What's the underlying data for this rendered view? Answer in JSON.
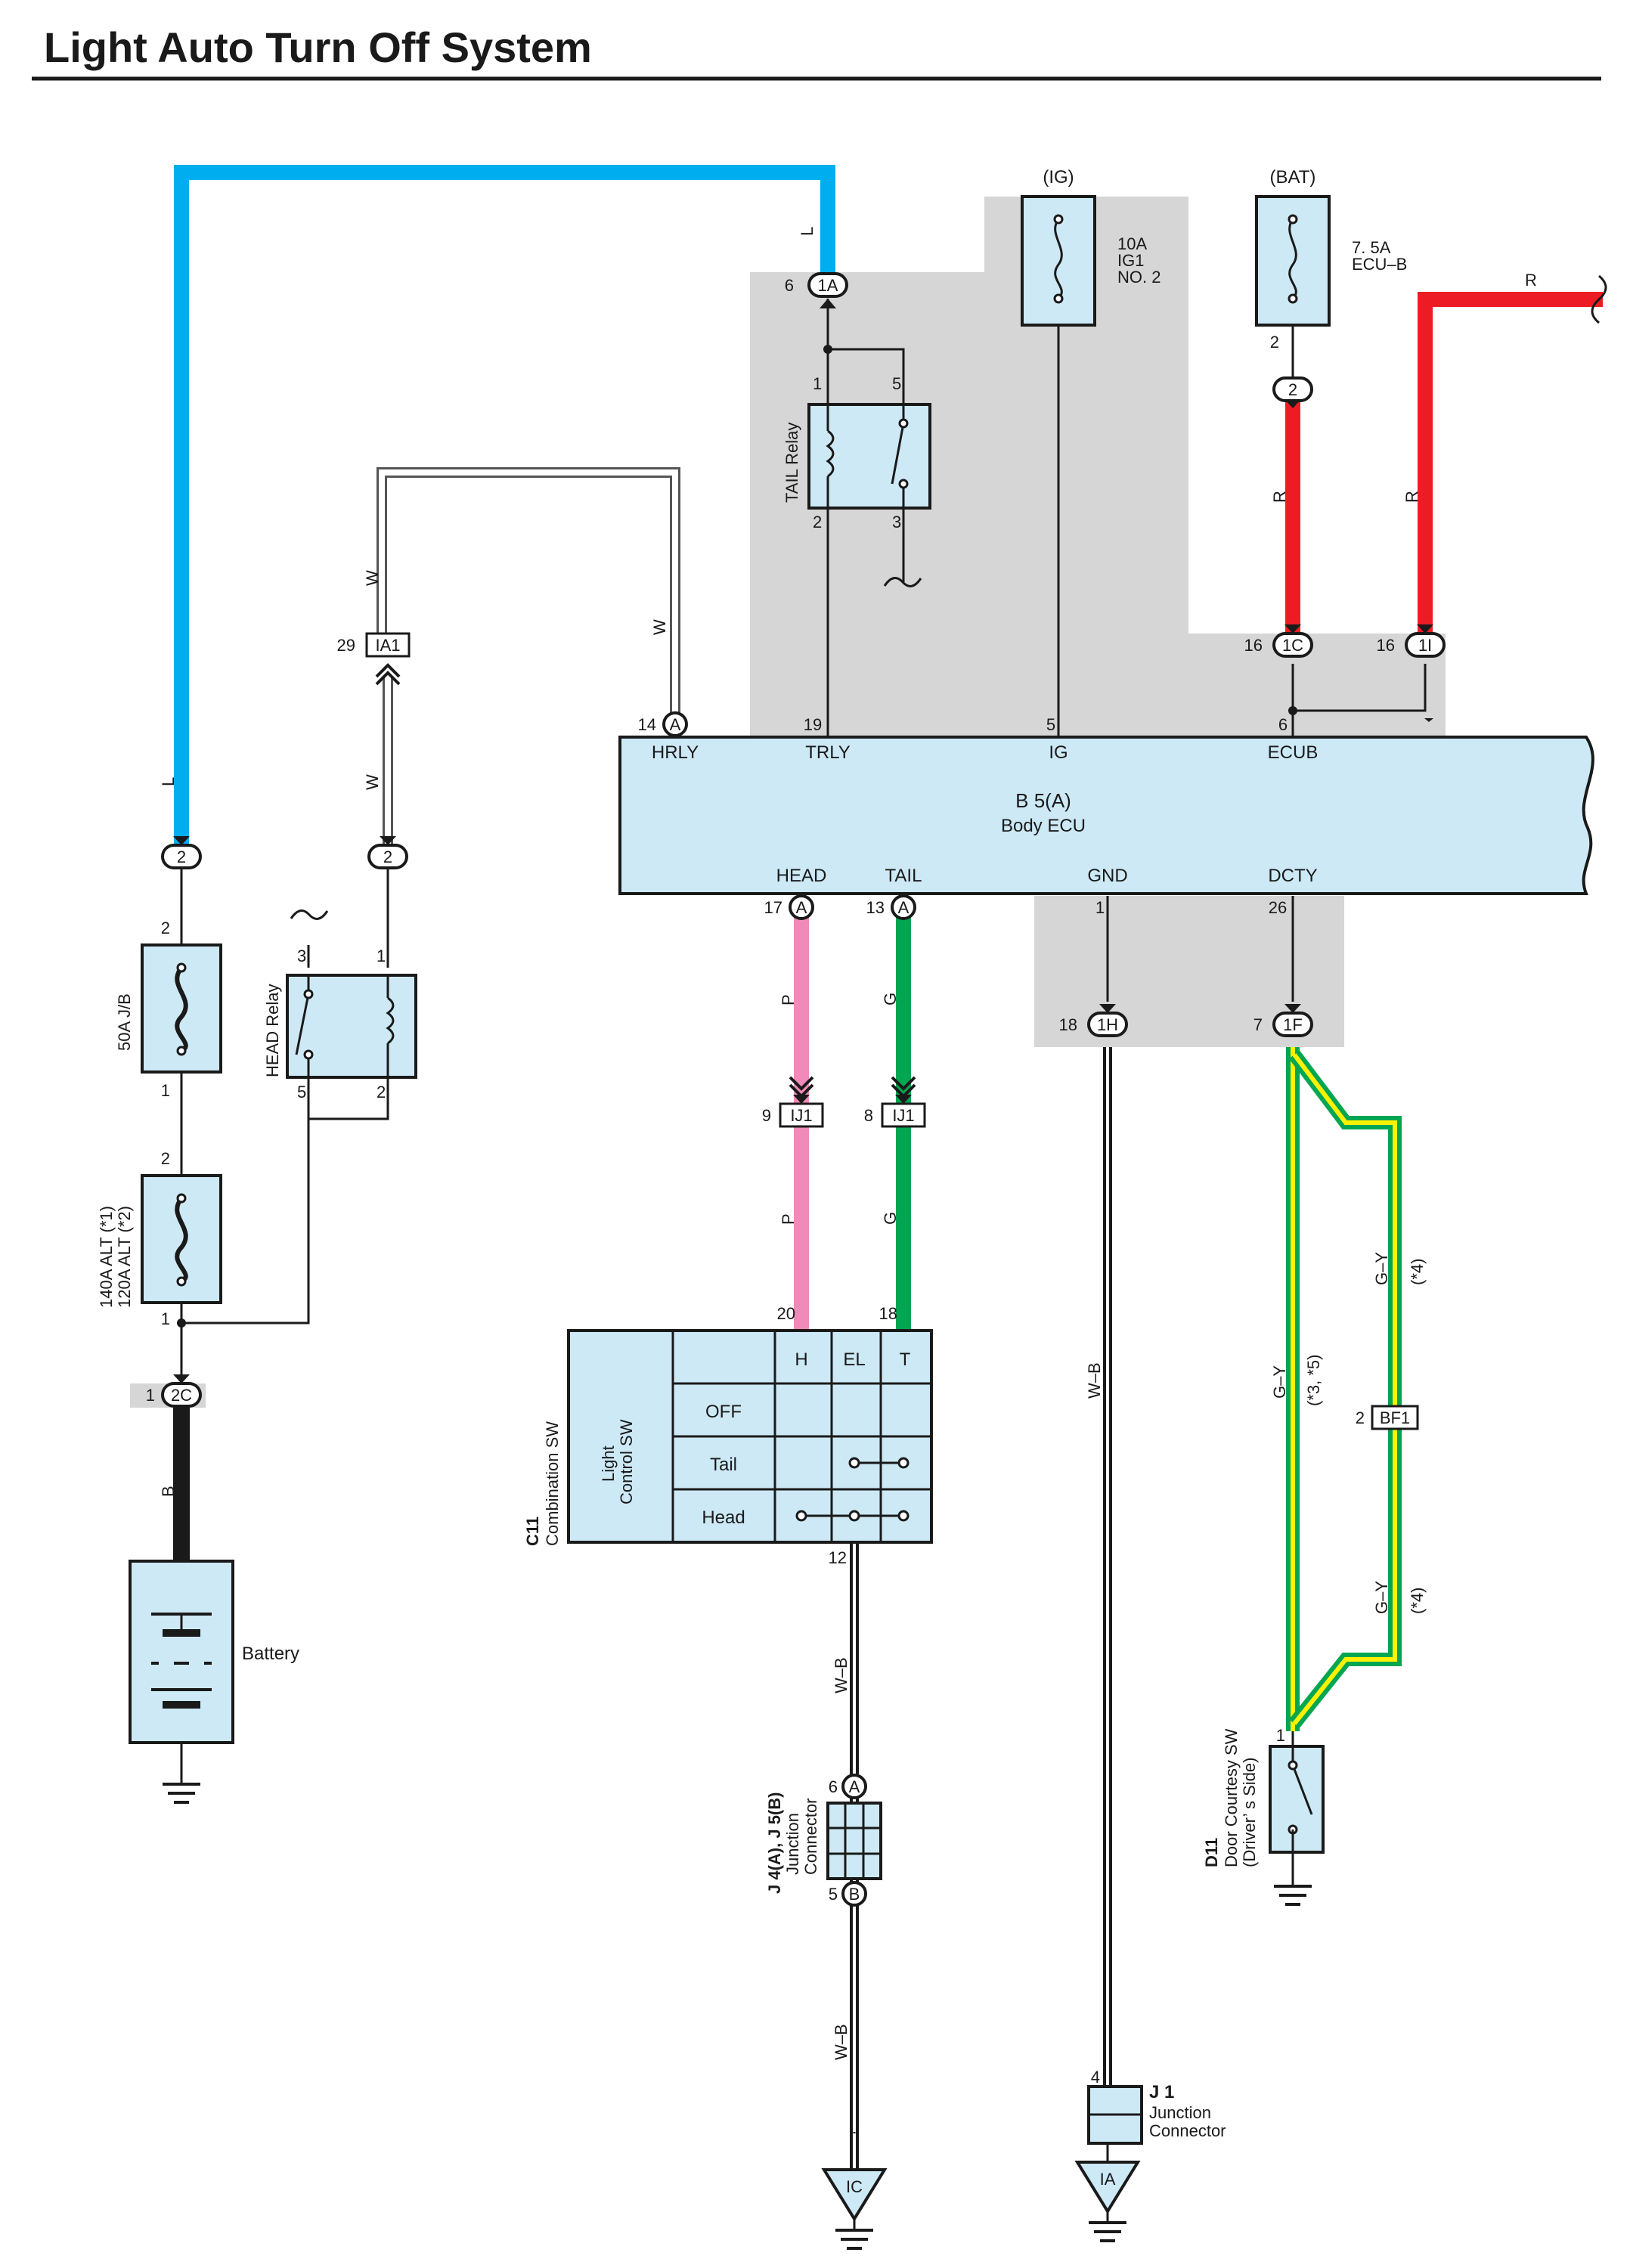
{
  "title": "Light Auto Turn Off System",
  "labels": {
    "ig_source": "(IG)",
    "bat_source": "(BAT)",
    "fuse_ig1": [
      "10A",
      "IG1",
      "NO. 2"
    ],
    "fuse_ecub": [
      "7. 5A",
      "ECU–B"
    ],
    "fuse_jb": "50A J/B",
    "fuse_alt_1": "140A ALT (*1)",
    "fuse_alt_2": "120A ALT (*2)",
    "tail_relay": "TAIL Relay",
    "head_relay": "HEAD Relay",
    "ecu_id": "B 5(A)",
    "ecu_name": "Body ECU",
    "battery": "Battery",
    "comb_id": "C11",
    "comb_name": "Combination SW",
    "light_control": [
      "Light",
      "Control SW"
    ],
    "jc_id": "J 4(A), J 5(B)",
    "jc_name": [
      "Junction",
      "Connector"
    ],
    "j1_id": "J 1",
    "j1_name": [
      "Junction",
      "Connector"
    ],
    "door_id": "D11",
    "door_name": [
      "Door Courtesy SW",
      "(Driver’ s Side)"
    ]
  },
  "ecu_terminals": {
    "top": [
      {
        "pin": "14",
        "conn": "A",
        "name": "HRLY"
      },
      {
        "pin": "19",
        "conn": "",
        "name": "TRLY"
      },
      {
        "pin": "5",
        "conn": "",
        "name": "IG"
      },
      {
        "pin": "6",
        "conn": "",
        "name": "ECUB"
      }
    ],
    "bottom": [
      {
        "pin": "17",
        "conn": "A",
        "name": "HEAD"
      },
      {
        "pin": "13",
        "conn": "A",
        "name": "TAIL"
      },
      {
        "pin": "1",
        "conn": "",
        "name": "GND"
      },
      {
        "pin": "26",
        "conn": "",
        "name": "DCTY"
      }
    ]
  },
  "connectors": {
    "c1A": {
      "pin": "6",
      "id": "1A"
    },
    "c1C": {
      "pin": "16",
      "id": "1C"
    },
    "c1I": {
      "pin": "16",
      "id": "1I"
    },
    "c2_fuse": {
      "id": "2"
    },
    "c2_left": {
      "id": "2"
    },
    "c2_mid": {
      "id": "2"
    },
    "cIA1": {
      "pin": "29",
      "id": "IA1"
    },
    "c2C": {
      "pin": "1",
      "id": "2C"
    },
    "c1H": {
      "pin": "18",
      "id": "1H"
    },
    "c1F": {
      "pin": "7",
      "id": "1F"
    },
    "cIJ1a": {
      "pin": "9",
      "id": "IJ1"
    },
    "cIJ1b": {
      "pin": "8",
      "id": "IJ1"
    },
    "cBF1": {
      "pin": "2",
      "id": "BF1"
    },
    "cA": {
      "pin": "6",
      "id": "A"
    },
    "cB": {
      "pin": "5",
      "id": "B"
    }
  },
  "pins": {
    "tail_relay": [
      "1",
      "5",
      "2",
      "3"
    ],
    "head_relay": [
      "3",
      "1",
      "5",
      "2"
    ],
    "fuse_jb": [
      "2",
      "1"
    ],
    "fuse_alt": [
      "2",
      "1"
    ],
    "fuse_ecub": "2",
    "comb_top": [
      "20",
      "18"
    ],
    "comb_bottom": "12",
    "j1": "4",
    "door": "1"
  },
  "wire_colors": {
    "L": "L",
    "W": "W",
    "R": "R",
    "P": "P",
    "G": "G",
    "B": "B",
    "WB": "W–B",
    "GY": "G–Y",
    "note_gy_main": "(*3, *5)",
    "note_gy_alt": "(*4)"
  },
  "switch_table": {
    "headers": [
      "H",
      "EL",
      "T"
    ],
    "rows": [
      "OFF",
      "Tail",
      "Head"
    ]
  },
  "grounds": {
    "ic": "IC",
    "ia": "IA"
  },
  "colors": {
    "L": "#00aeef",
    "R": "#ed1c24",
    "P": "#f08ab8",
    "G": "#00a651",
    "GY_green": "#00a651",
    "GY_yellow": "#fff200"
  }
}
